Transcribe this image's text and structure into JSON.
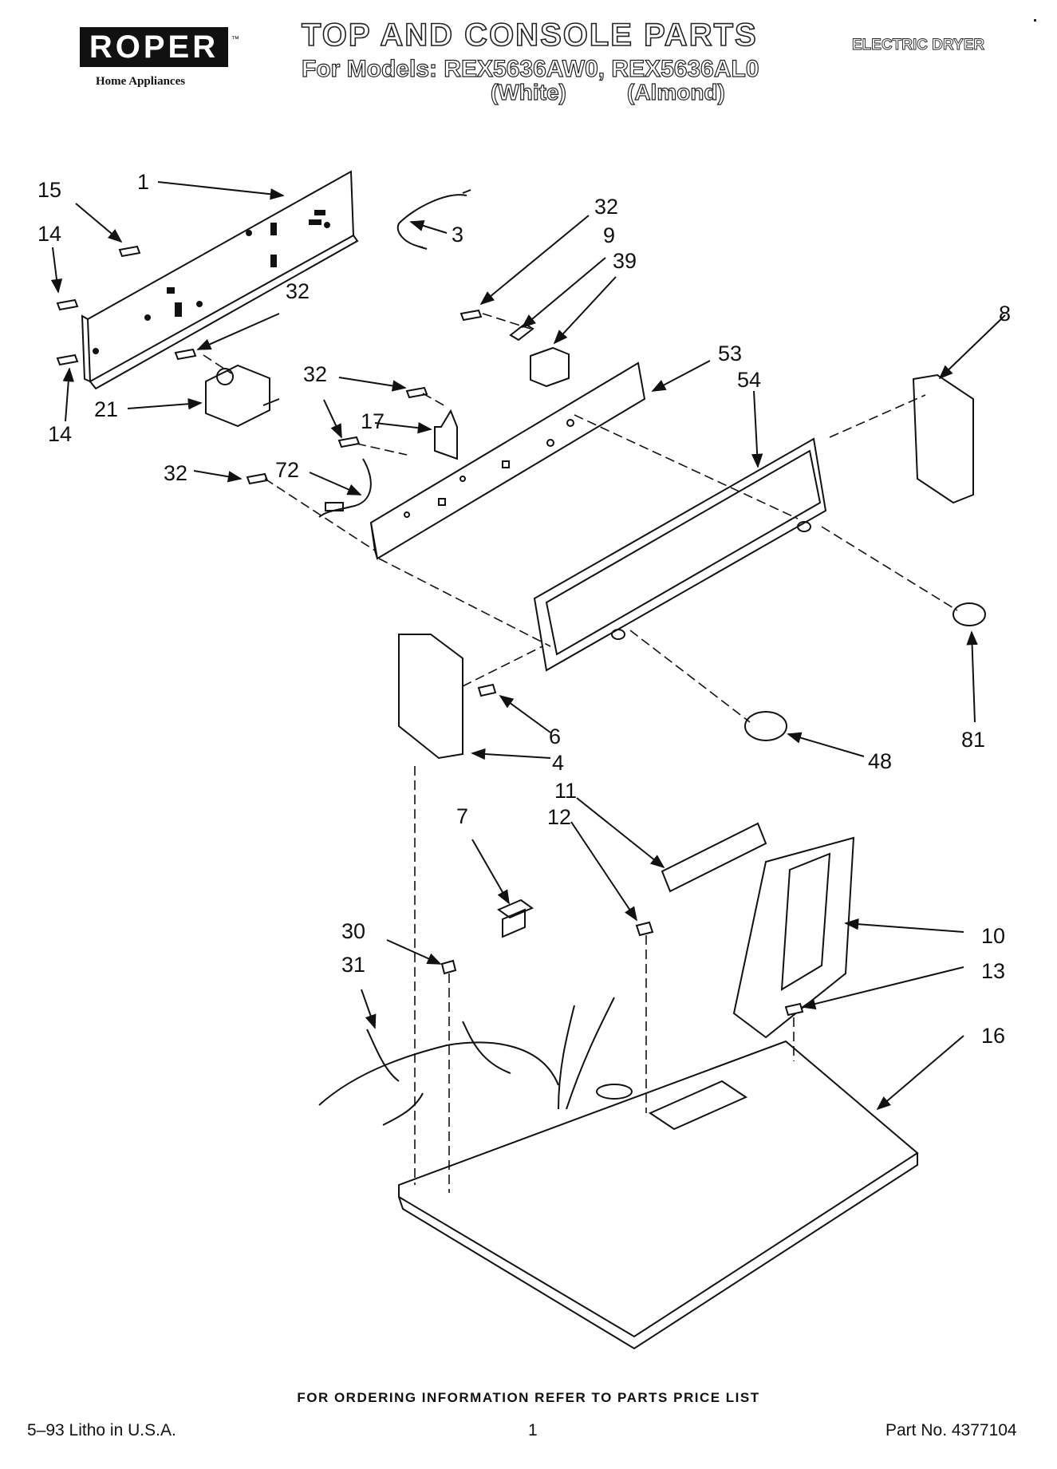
{
  "header": {
    "brand": "ROPER",
    "brand_tm": "™",
    "brand_sub": "Home Appliances",
    "title": "TOP AND CONSOLE PARTS",
    "models_line": "For Models: REX5636AW0, REX5636AL0",
    "color_white": "(White)",
    "color_almond": "(Almond)",
    "product_type": "ELECTRIC DRYER"
  },
  "callouts": [
    {
      "id": "c1",
      "label": "1"
    },
    {
      "id": "c15",
      "label": "15"
    },
    {
      "id": "c14a",
      "label": "14"
    },
    {
      "id": "c14b",
      "label": "14"
    },
    {
      "id": "c3",
      "label": "3"
    },
    {
      "id": "c32a",
      "label": "32"
    },
    {
      "id": "c32b",
      "label": "32"
    },
    {
      "id": "c9",
      "label": "9"
    },
    {
      "id": "c39",
      "label": "39"
    },
    {
      "id": "c21",
      "label": "21"
    },
    {
      "id": "c32c",
      "label": "32"
    },
    {
      "id": "c17",
      "label": "17"
    },
    {
      "id": "c32d",
      "label": "32"
    },
    {
      "id": "c72",
      "label": "72"
    },
    {
      "id": "c53",
      "label": "53"
    },
    {
      "id": "c54",
      "label": "54"
    },
    {
      "id": "c8",
      "label": "8"
    },
    {
      "id": "c81",
      "label": "81"
    },
    {
      "id": "c6",
      "label": "6"
    },
    {
      "id": "c4",
      "label": "4"
    },
    {
      "id": "c48",
      "label": "48"
    },
    {
      "id": "c11",
      "label": "11"
    },
    {
      "id": "c12",
      "label": "12"
    },
    {
      "id": "c7",
      "label": "7"
    },
    {
      "id": "c30",
      "label": "30"
    },
    {
      "id": "c31",
      "label": "31"
    },
    {
      "id": "c10",
      "label": "10"
    },
    {
      "id": "c13",
      "label": "13"
    },
    {
      "id": "c16",
      "label": "16"
    }
  ],
  "footer": {
    "ordering": "FOR ORDERING INFORMATION REFER TO PARTS PRICE LIST",
    "litho": "5–93 Litho in U.S.A.",
    "page": "1",
    "part_no": "Part No. 4377104"
  }
}
